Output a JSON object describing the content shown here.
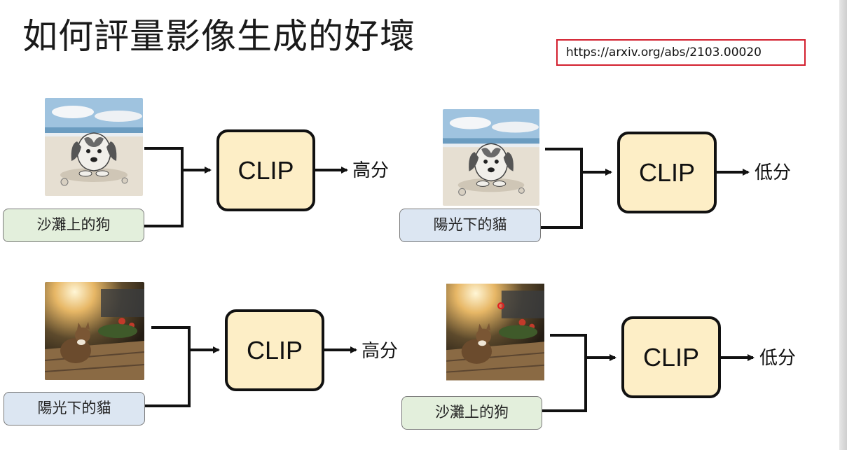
{
  "slide": {
    "title": "如何評量影像生成的好壞",
    "reference_url": "https://arxiv.org/abs/2103.00020",
    "top_right_watermark": "",
    "accent_color": "#d3202f"
  },
  "panels": [
    {
      "image": "dog-on-beach",
      "caption": "沙灘上的狗",
      "caption_style": "green",
      "model": "CLIP",
      "result": "高分"
    },
    {
      "image": "dog-on-beach",
      "caption": "陽光下的貓",
      "caption_style": "blue",
      "model": "CLIP",
      "result": "低分"
    },
    {
      "image": "cat-in-sunlight",
      "caption": "陽光下的貓",
      "caption_style": "blue",
      "model": "CLIP",
      "result": "高分"
    },
    {
      "image": "cat-in-sunlight",
      "caption": "沙灘上的狗",
      "caption_style": "green",
      "model": "CLIP",
      "result": "低分"
    }
  ]
}
